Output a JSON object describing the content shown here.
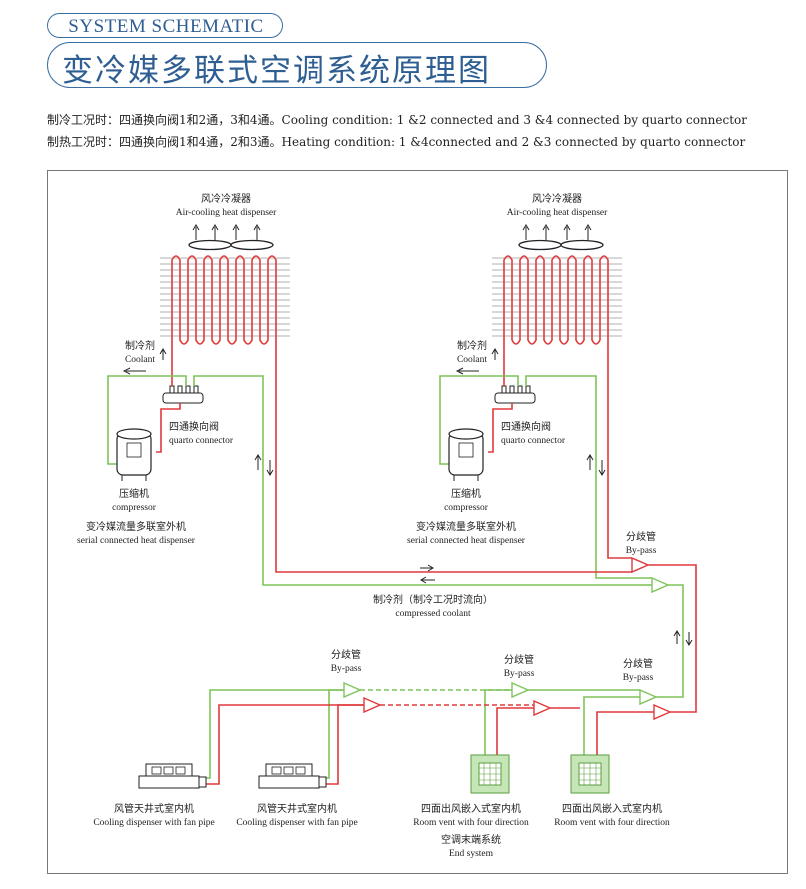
{
  "header": {
    "pill_label": "SYSTEM SCHEMATIC",
    "title": "变冷媒多联式空调系统原理图"
  },
  "conditions": {
    "cooling": "制冷工况时：四通换向阀1和2通，3和4通。Cooling condition: 1 &2 connected and 3 &4 connected by quarto connector",
    "heating": "制热工况时：四通换向阀1和4通，2和3通。Heating condition: 1 &4connected and 2 &3 connected by quarto connector"
  },
  "colors": {
    "accent_blue": "#2e5e92",
    "pipe_red": "#e0393b",
    "pipe_green": "#7ec45a",
    "frame": "#777777"
  },
  "outdoor_units": [
    {
      "condenser_cn": "风冷冷凝器",
      "condenser_en": "Air-cooling heat dispenser",
      "coolant_cn": "制冷剂",
      "coolant_en": "Coolant",
      "valve_cn": "四通换向阀",
      "valve_en": "quarto connector",
      "compressor_cn": "压缩机",
      "compressor_en": "compressor",
      "unit_cn": "变冷媒流量多联室外机",
      "unit_en": "serial connected heat dispenser"
    },
    {
      "condenser_cn": "风冷冷凝器",
      "condenser_en": "Air-cooling heat dispenser",
      "coolant_cn": "制冷剂",
      "coolant_en": "Coolant",
      "valve_cn": "四通换向阀",
      "valve_en": "quarto connector",
      "compressor_cn": "压缩机",
      "compressor_en": "compressor",
      "unit_cn": "变冷媒流量多联室外机",
      "unit_en": "serial connected heat dispenser"
    }
  ],
  "compressed_coolant": {
    "cn": "制冷剂（制冷工况时流向）",
    "en": "compressed coolant"
  },
  "bypasses": [
    {
      "cn": "分歧管",
      "en": "By-pass"
    },
    {
      "cn": "分歧管",
      "en": "By-pass"
    },
    {
      "cn": "分歧管",
      "en": "By-pass"
    },
    {
      "cn": "分歧管",
      "en": "By-pass"
    }
  ],
  "indoor_units": [
    {
      "cn": "风管天井式室内机",
      "en": "Cooling dispenser with fan pipe"
    },
    {
      "cn": "风管天井式室内机",
      "en": "Cooling dispenser with fan pipe"
    },
    {
      "cn": "四面出风嵌入式室内机",
      "en": "Room vent with four direction"
    },
    {
      "cn": "四面出风嵌入式室内机",
      "en": "Room vent with four direction"
    }
  ],
  "end_system": {
    "cn": "空调末端系统",
    "en": "End system"
  }
}
